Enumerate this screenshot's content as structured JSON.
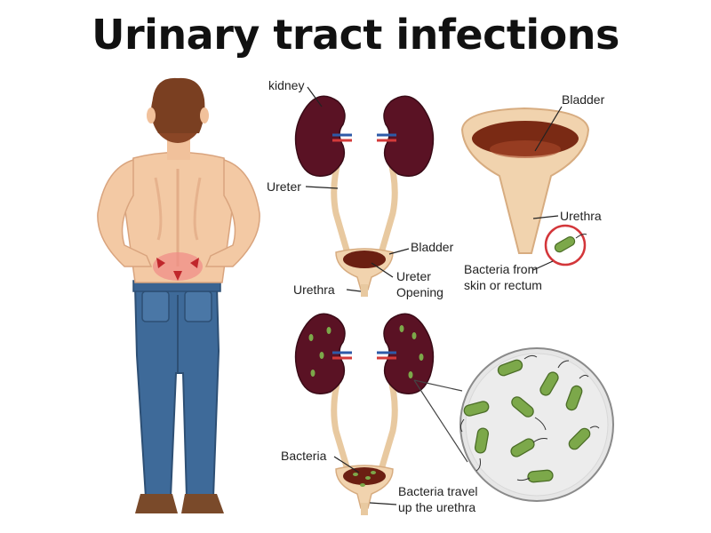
{
  "title": "Urinary tract infections",
  "colors": {
    "kidney": "#5a1224",
    "ureter": "#e8c9a0",
    "bladder_fill": "#6b1f12",
    "bacteria": "#7ca84a",
    "highlight_ring": "#d3363a",
    "jeans": "#3e6a99",
    "skin": "#f3c9a4",
    "hair": "#7a3f21"
  },
  "diagram1": {
    "kidney_label": "kidney",
    "ureter_label": "Ureter",
    "bladder_label": "Bladder",
    "ureter_opening_label": "Ureter\nOpening",
    "urethra_label": "Urethra"
  },
  "diagram2": {
    "bladder_label": "Bladder",
    "urethra_label": "Urethra",
    "bacteria_label": "Bacteria from\nskin or rectum"
  },
  "diagram3": {
    "bacteria_label": "Bacteria",
    "travel_label": "Bacteria travel\nup the urethra"
  },
  "icons": [
    "person-back-pain-illustration",
    "kidney-icon",
    "bladder-icon",
    "bacteria-icon",
    "magnifier-circle"
  ]
}
